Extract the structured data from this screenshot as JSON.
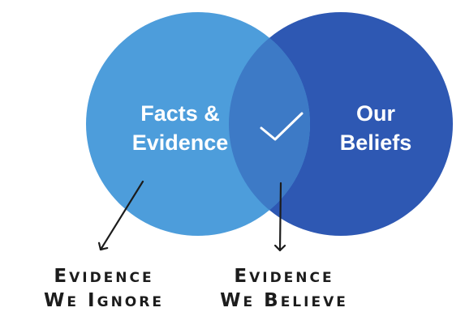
{
  "diagram": {
    "left_circle": {
      "line1": "Facts &",
      "line2": "Evidence",
      "color": "#4d9ddb"
    },
    "right_circle": {
      "line1": "Our",
      "line2": "Beliefs",
      "color": "#2e58b3"
    },
    "overlap": {
      "color": "#3d7ac6",
      "icon": "checkmark-icon"
    },
    "annotations": [
      {
        "line1": {
          "initial": "E",
          "rest": "VIDENCE"
        },
        "line2": [
          {
            "initial": "W",
            "rest": "E"
          },
          {
            "initial": "I",
            "rest": "GNORE"
          }
        ]
      },
      {
        "line1": {
          "initial": "E",
          "rest": "VIDENCE"
        },
        "line2": [
          {
            "initial": "W",
            "rest": "E"
          },
          {
            "initial": "B",
            "rest": "ELIEVE"
          }
        ]
      }
    ]
  }
}
